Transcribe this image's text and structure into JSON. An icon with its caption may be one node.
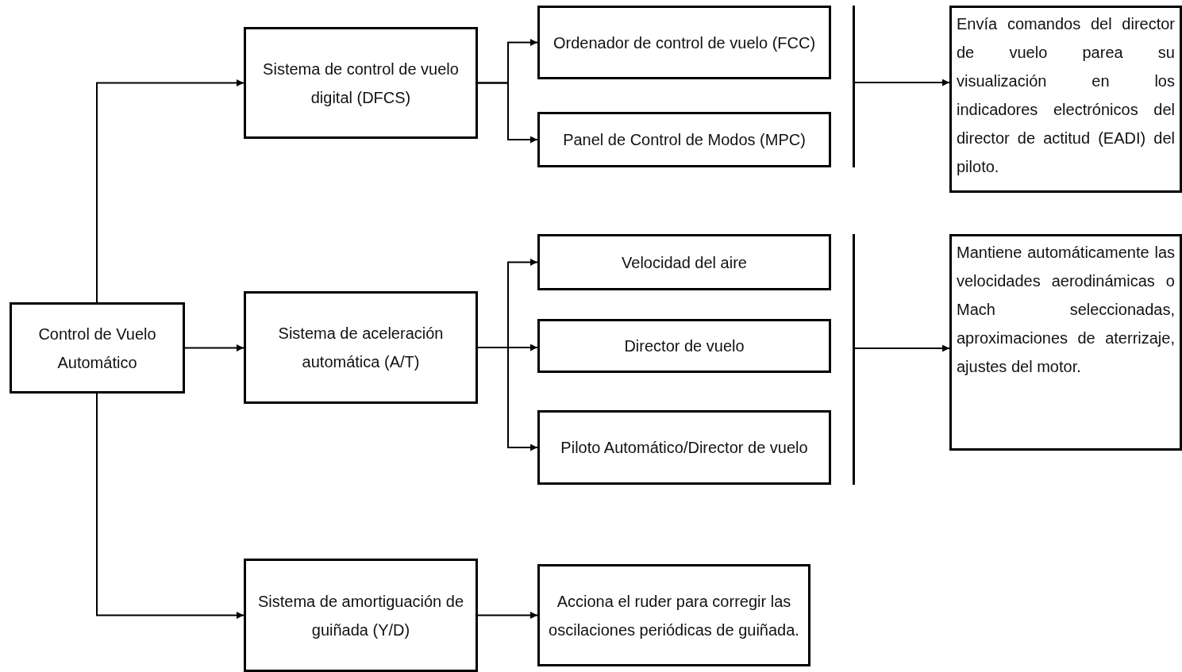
{
  "diagram": {
    "nodes": [
      {
        "text": [
          "Control de Vuelo Automático"
        ]
      },
      {
        "text": [
          "Sistema de control de vuelo digital (DFCS)"
        ]
      },
      {
        "text": [
          "Ordenador de control de vuelo (FCC)"
        ]
      },
      {
        "text": [
          "Panel de Control de Modos (MPC)"
        ]
      },
      {
        "text": [],
        "shape": "bar"
      },
      {
        "text": [
          "Envía comandos del director de vuelo parea su visualización en los indicadores electrónicos del director de actitud (EADI) del piloto."
        ]
      },
      {
        "text": [
          "Sistema de aceleración automática (A/T)"
        ]
      },
      {
        "text": [
          "Velocidad del aire"
        ]
      },
      {
        "text": [
          "Director de vuelo"
        ]
      },
      {
        "text": [
          "Piloto Automático/Director de vuelo"
        ]
      },
      {
        "text": [],
        "shape": "bar"
      },
      {
        "text": [
          "Mantiene automáticamente las velocidades aerodinámicas o Mach seleccionadas, aproximaciones de aterrizaje, ajustes del motor."
        ]
      },
      {
        "text": [
          "Sistema de amortiguación de guiñada (Y/D)"
        ]
      },
      {
        "text": [
          "Acciona el ruder para corregir las oscilaciones periódicas de guiñada."
        ]
      }
    ],
    "edges": [
      {
        "from": 0,
        "to": 1,
        "arrow": "to"
      },
      {
        "from": 0,
        "to": 6,
        "arrow": "to"
      },
      {
        "from": 0,
        "to": 12,
        "arrow": "to"
      },
      {
        "from": 1,
        "to": 2,
        "arrow": "to"
      },
      {
        "from": 1,
        "to": 3,
        "arrow": "to"
      },
      {
        "from": 4,
        "to": 5,
        "arrow": "to"
      },
      {
        "from": 6,
        "to": 7,
        "arrow": "to"
      },
      {
        "from": 6,
        "to": 8,
        "arrow": "to"
      },
      {
        "from": 6,
        "to": 9,
        "arrow": "to"
      },
      {
        "from": 10,
        "to": 11,
        "arrow": "to"
      },
      {
        "from": 12,
        "to": 13,
        "arrow": "to"
      }
    ]
  }
}
